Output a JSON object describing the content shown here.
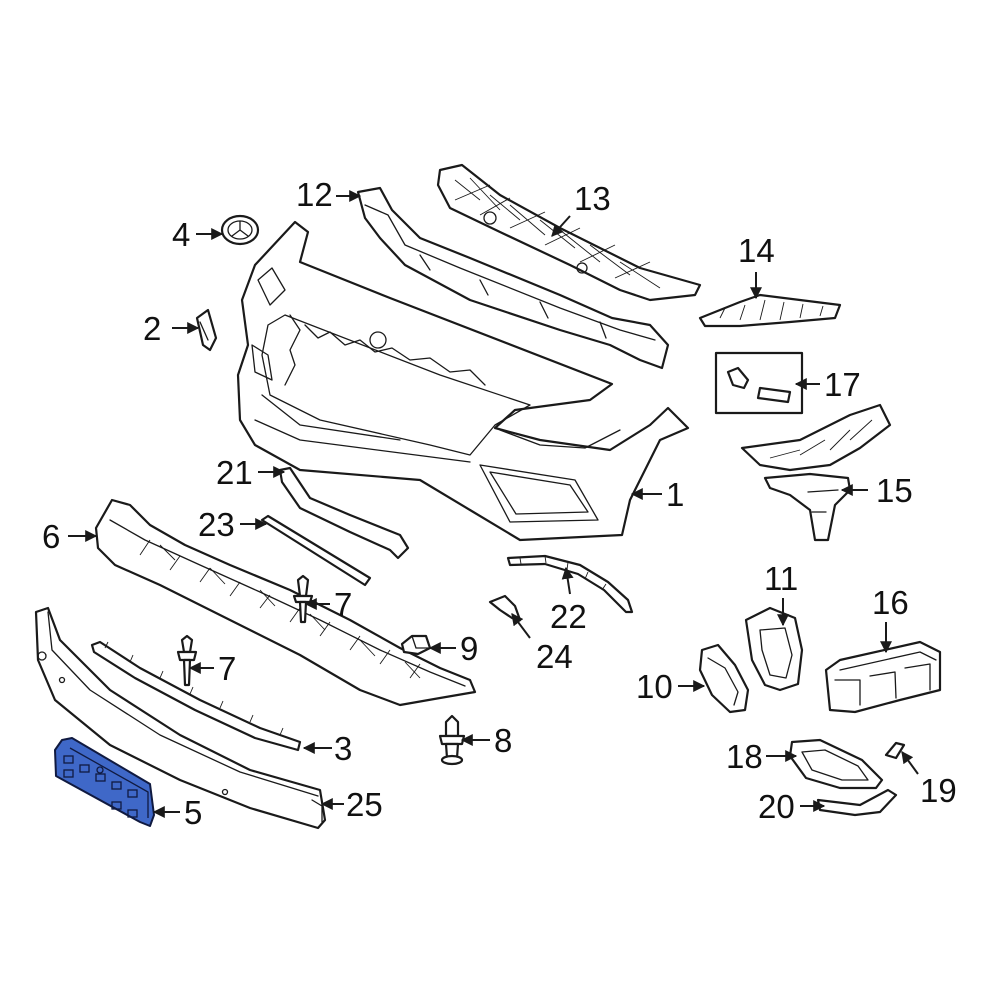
{
  "callouts": {
    "c1": "1",
    "c2": "2",
    "c3": "3",
    "c4": "4",
    "c5": "5",
    "c6": "6",
    "c7a": "7",
    "c7b": "7",
    "c8": "8",
    "c9": "9",
    "c10": "10",
    "c11": "11",
    "c12": "12",
    "c13": "13",
    "c14": "14",
    "c15": "15",
    "c16": "16",
    "c17": "17",
    "c18": "18",
    "c19": "19",
    "c20": "20",
    "c21": "21",
    "c22": "22",
    "c23": "23",
    "c24": "24",
    "c25": "25"
  },
  "colors": {
    "highlight_part": "#3f68c8",
    "line": "#1a1a1a",
    "background": "#ffffff"
  },
  "highlighted_part": "5"
}
